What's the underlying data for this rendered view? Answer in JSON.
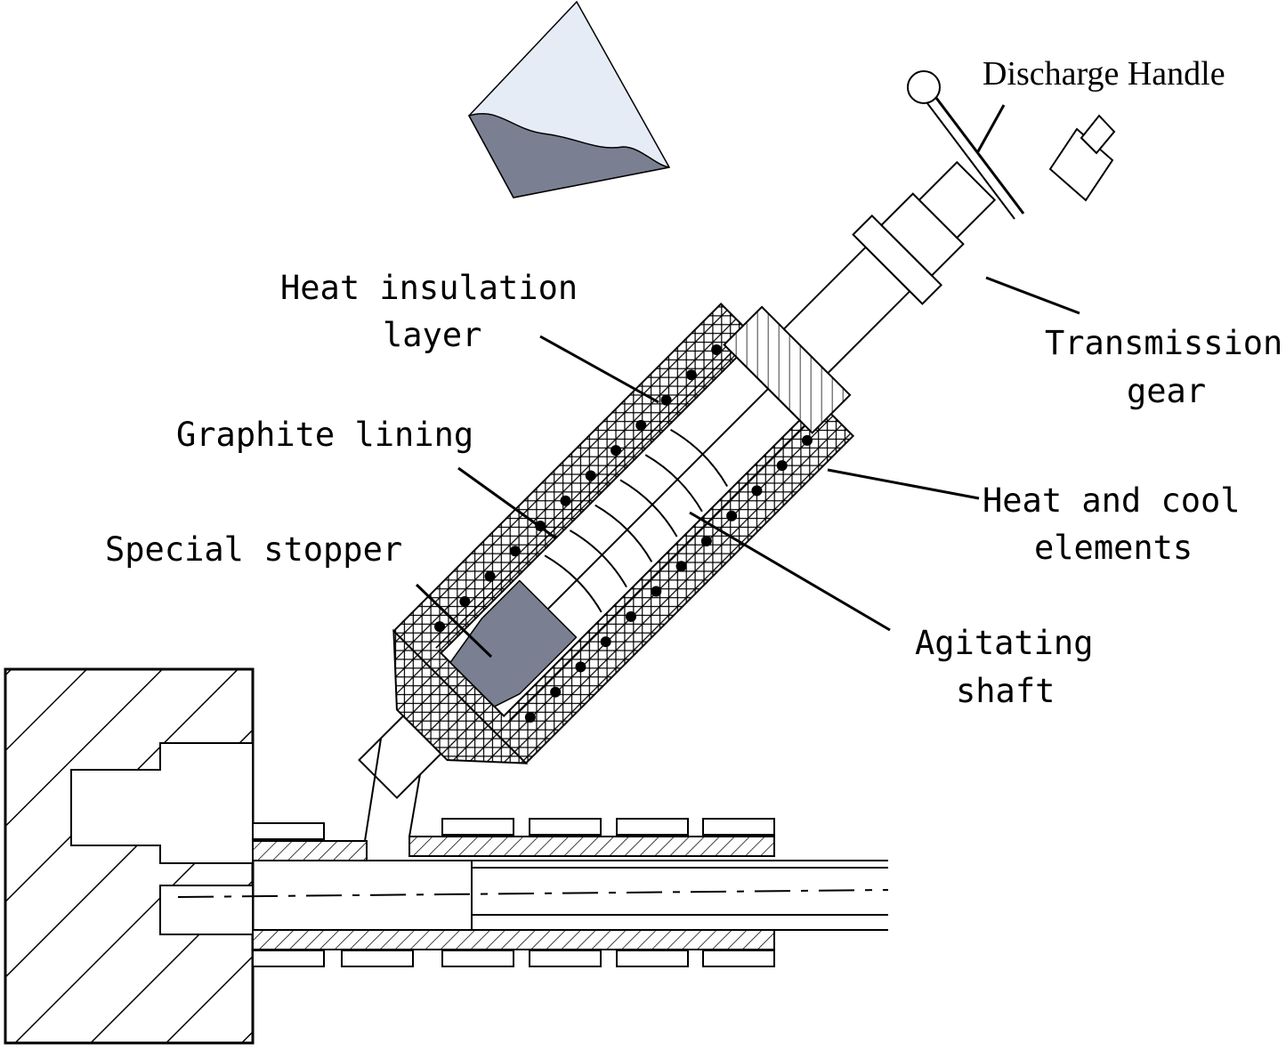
{
  "labels": {
    "discharge_handle": "Discharge Handle",
    "heat_insulation_line1": "Heat insulation",
    "heat_insulation_line2": "layer",
    "transmission_line1": "Transmission",
    "transmission_line2": "gear",
    "graphite_lining": "Graphite lining",
    "heat_cool_line1": "Heat and cool",
    "heat_cool_line2": "elements",
    "special_stopper": "Special stopper",
    "agitating_line1": "Agitating",
    "agitating_line2": "shaft"
  },
  "colors": {
    "material_fill": "#7a8091",
    "hopper_fill": "#e6ecf6",
    "line": "#000000"
  }
}
